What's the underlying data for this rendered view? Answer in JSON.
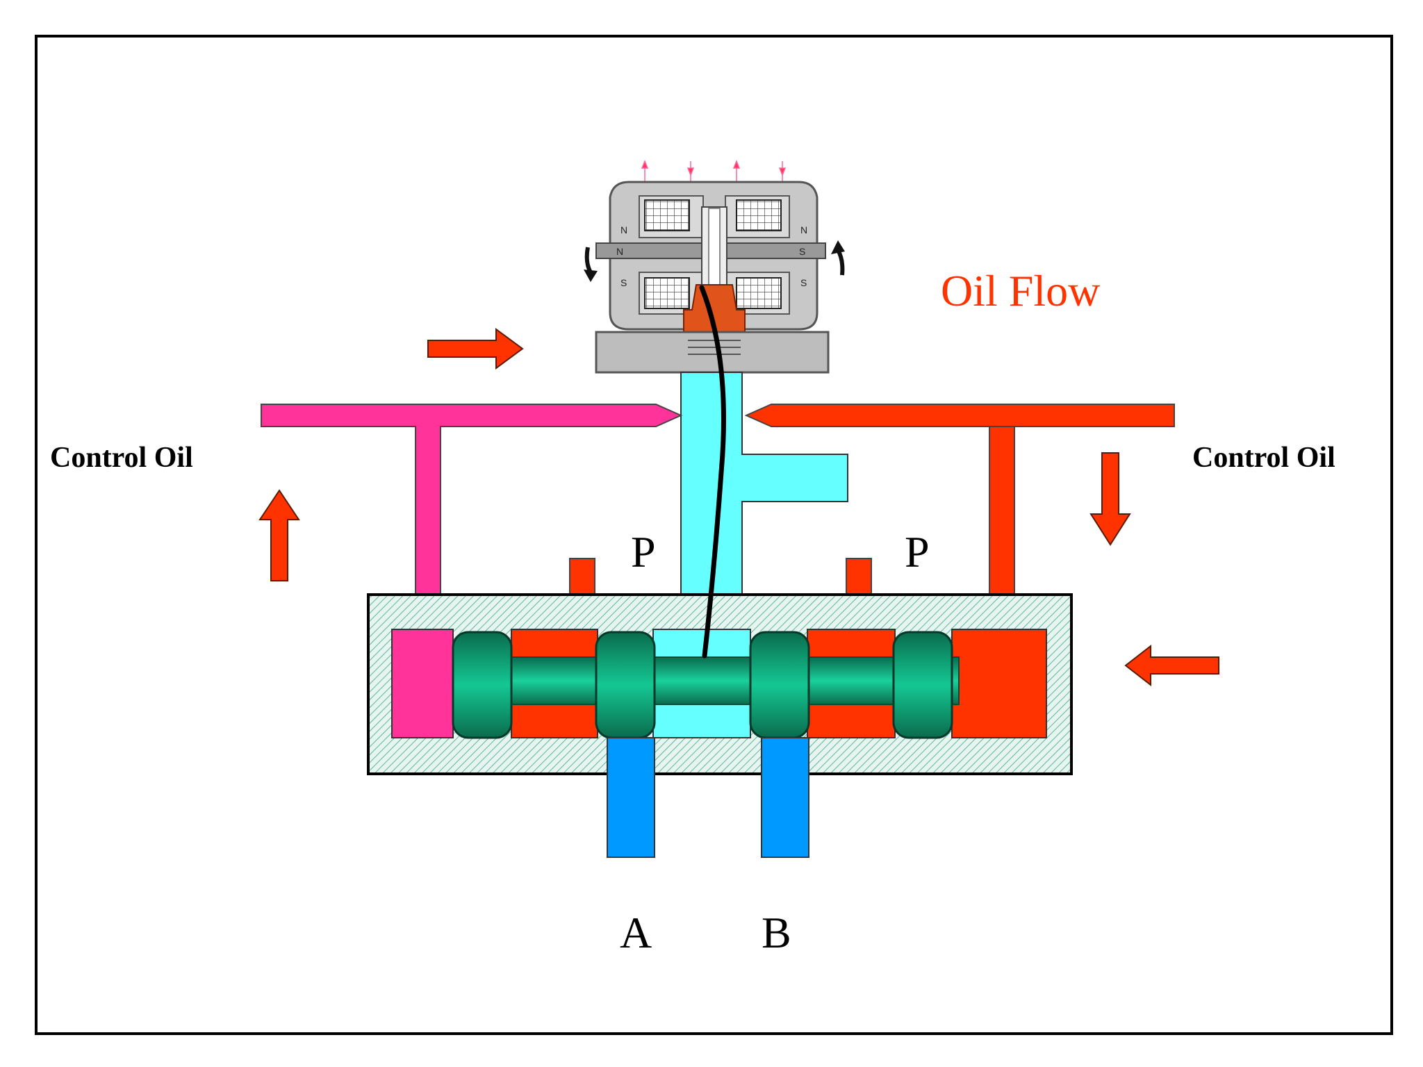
{
  "title": "Oil Flow",
  "labels": {
    "control_oil_left": "Control Oil",
    "control_oil_right": "Control Oil",
    "port_p_left": "P",
    "port_p_right": "P",
    "port_a": "A",
    "port_b": "B"
  },
  "torque_motor": {
    "poles_top": [
      "N",
      "N"
    ],
    "poles_middle": [
      "N",
      "S"
    ],
    "poles_bottom": [
      "S",
      "S"
    ]
  },
  "colors": {
    "title": "#ff3300",
    "high_pressure_red": "#ff3300",
    "control_pink": "#ff3399",
    "nozzle_cyan": "#66ffff",
    "return_blue": "#0099ff",
    "spool_green": "#009966",
    "housing_hatch": "#66bbaa",
    "motor_gray": "#c8c8c8",
    "feedback_wire": "#000000"
  }
}
